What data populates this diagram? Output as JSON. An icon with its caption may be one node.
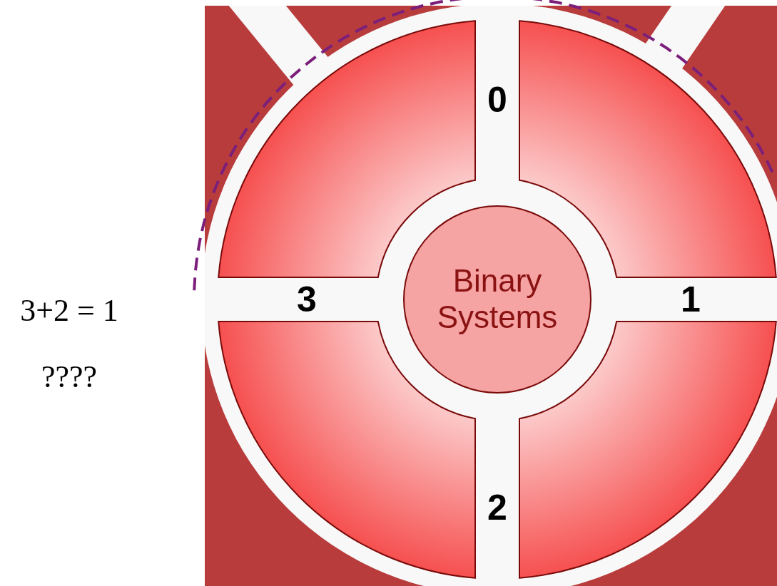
{
  "diagram": {
    "nodes": [
      {
        "text": [
          "Binary Systems"
        ]
      }
    ],
    "labels": [
      "0",
      "3+2 = 1",
      "3",
      "1",
      "????",
      "2"
    ]
  }
}
